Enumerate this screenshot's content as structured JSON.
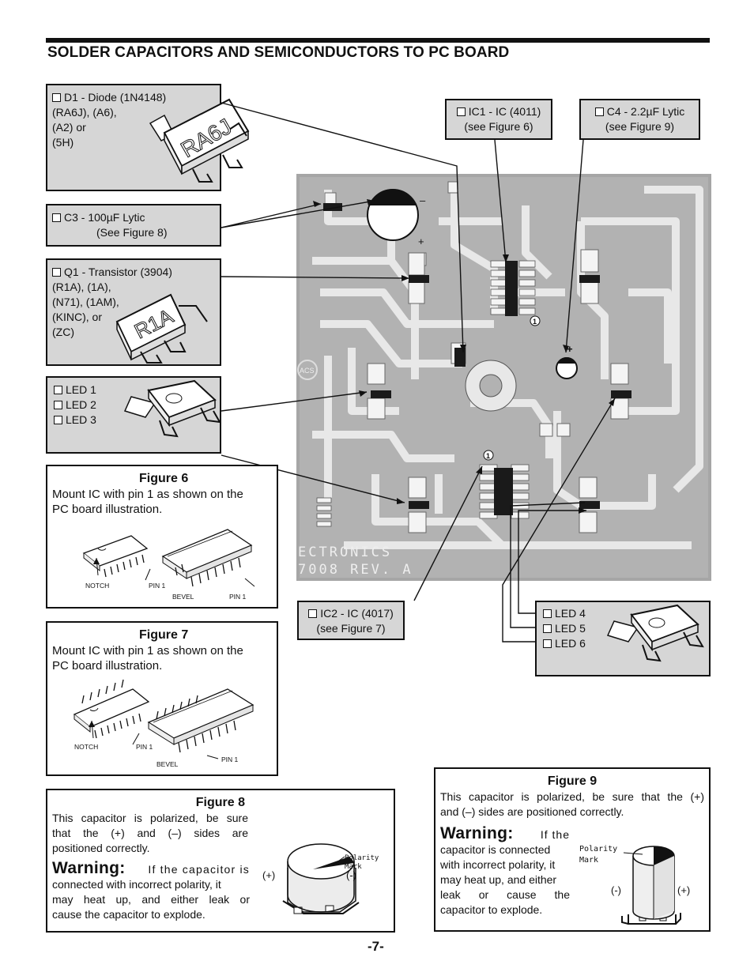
{
  "heading": "SOLDER CAPACITORS AND SEMICONDUCTORS TO PC BOARD",
  "parts": {
    "d1": {
      "label": "D1 - Diode (1N4148)",
      "lines": [
        "(RA6J), (A6),",
        "(A2) or",
        "(5H)"
      ],
      "marking": "RA6J"
    },
    "c3": {
      "label": "C3 - 100µF Lytic",
      "sub": "(See Figure 8)"
    },
    "q1": {
      "label": "Q1 - Transistor (3904)",
      "lines": [
        "(R1A), (1A),",
        "(N71), (1AM),",
        "(KINC), or",
        "(ZC)"
      ],
      "marking": "R1A"
    },
    "led_left": [
      "LED 1",
      "LED 2",
      "LED 3"
    ],
    "ic1": {
      "label": "IC1 - IC (4011)",
      "sub": "(see Figure 6)"
    },
    "c4": {
      "label": "C4 - 2.2µF Lytic",
      "sub": "(see Figure 9)"
    },
    "ic2": {
      "label": "IC2 - IC (4017)",
      "sub": "(see Figure 7)"
    },
    "led_right": [
      "LED 4",
      "LED 5",
      "LED 6"
    ]
  },
  "board": {
    "silk_top": "ECTRONICS",
    "silk_bottom": "7008 REV. A",
    "logo": "ACS",
    "plus": "+",
    "minus": "–",
    "pin1": "1"
  },
  "fig6": {
    "title": "Figure 6",
    "text": [
      "Mount IC with pin 1 as shown on the",
      "PC board illustration."
    ],
    "notch": "NOTCH",
    "pin1a": "PIN 1",
    "bevel": "BEVEL",
    "pin1b": "PIN 1"
  },
  "fig7": {
    "title": "Figure 7",
    "text": [
      "Mount IC with pin 1 as shown on the",
      "PC board illustration."
    ],
    "notch": "NOTCH",
    "pin1a": "PIN 1",
    "bevel": "BEVEL",
    "pin1b": "PIN 1"
  },
  "fig8": {
    "title": "Figure 8",
    "text": [
      "This capacitor is polarized, be sure",
      "that the (+) and (–) sides are",
      "positioned correctly."
    ],
    "warning": "Warning:",
    "warn_text": [
      "If the capacitor is",
      "connected with incorrect polarity, it",
      "may heat up, and either leak or",
      "cause the capacitor to explode."
    ],
    "polarity": [
      "Polarity",
      "Mark"
    ],
    "plus": "(+)",
    "minus": "(-)"
  },
  "fig9": {
    "title": "Figure 9",
    "text": [
      "This capacitor is polarized, be sure that the (+)",
      "and (–) sides are positioned correctly."
    ],
    "warning": "Warning:",
    "warn_first": "If the",
    "warn_text": [
      "capacitor is connected",
      "with incorrect polarity, it",
      "may heat up, and either",
      "leak or cause the",
      "capacitor to explode."
    ],
    "polarity": [
      "Polarity",
      "Mark"
    ],
    "minus": "(-)",
    "plus": "(+)"
  },
  "page_number": "-7-"
}
